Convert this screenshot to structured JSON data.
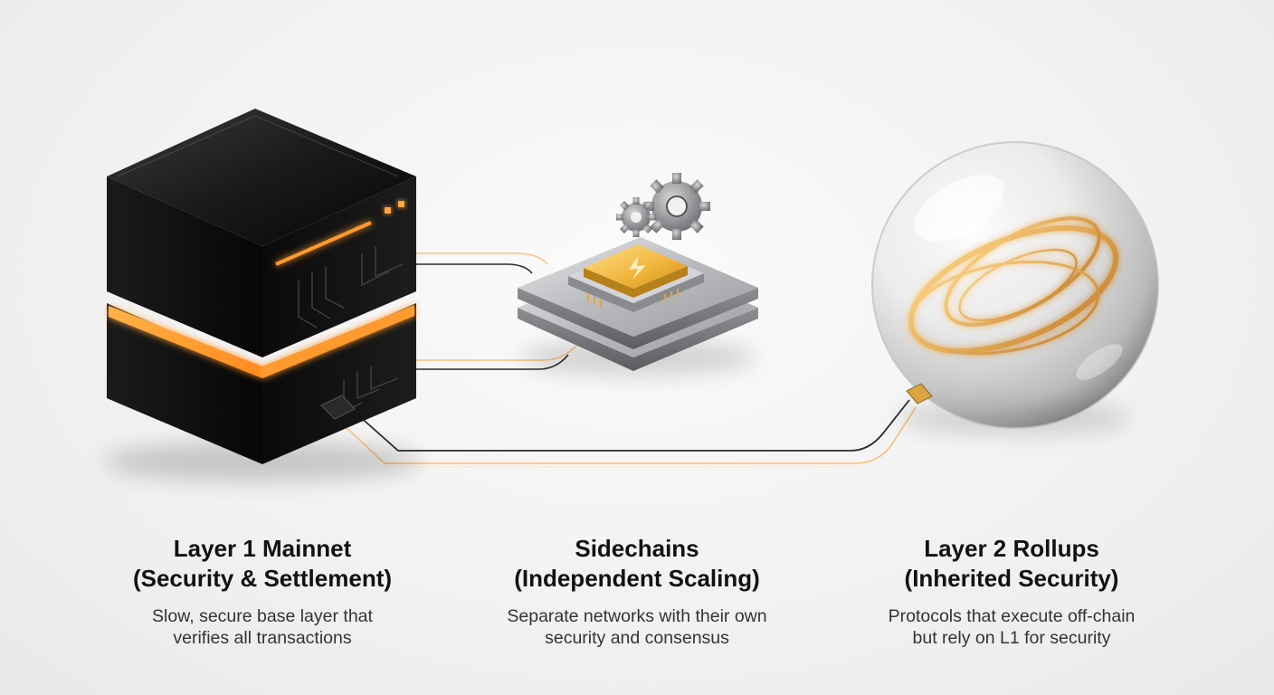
{
  "diagram": {
    "nodes": [
      {
        "id": "layer1",
        "title": "Layer 1 Mainnet\n(Security & Settlement)",
        "description": "Slow, secure base layer that\nverifies all transactions",
        "icon": "server-cube-icon"
      },
      {
        "id": "sidechains",
        "title": "Sidechains\n(Independent Scaling)",
        "description": "Separate networks with their own\nsecurity and consensus",
        "icon": "chip-gears-icon"
      },
      {
        "id": "layer2",
        "title": "Layer 2 Rollups\n(Inherited Security)",
        "description": "Protocols that execute off-chain\nbut rely on L1 for security",
        "icon": "glass-sphere-icon"
      }
    ],
    "connections": [
      {
        "from": "layer1",
        "to": "sidechains"
      },
      {
        "from": "layer1",
        "to": "layer2"
      }
    ]
  },
  "colors": {
    "accent_glow": "#ff9a2e",
    "cube_body": "#0b0b0b",
    "chip_gold": "#f1b93a",
    "metal": "#c9cacc",
    "text_title": "#121212",
    "text_desc": "#333333"
  }
}
